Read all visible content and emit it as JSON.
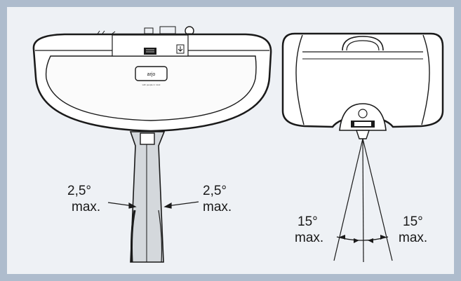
{
  "angles": {
    "strap_left": {
      "deg": "2,5°",
      "unit": "max."
    },
    "strap_right": {
      "deg": "2,5°",
      "unit": "max."
    },
    "cable_left": {
      "deg": "15°",
      "unit": "max."
    },
    "cable_right": {
      "deg": "15°",
      "unit": "max."
    }
  },
  "brand": {
    "logo": "arjo",
    "tagline": "with people in mind"
  },
  "colors": {
    "frame": "#aebccd",
    "panel": "#eef1f5",
    "line": "#1a1a1a",
    "strap": "#d4d8dc"
  }
}
